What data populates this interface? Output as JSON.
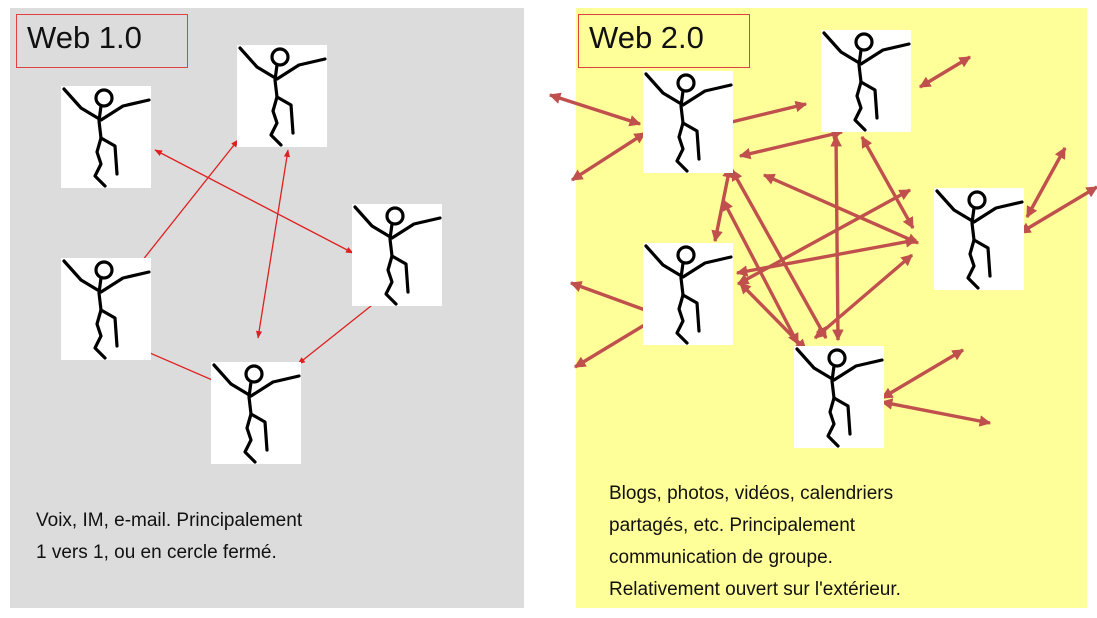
{
  "left": {
    "title": "Web 1.0",
    "caption_lines": [
      "Voix, IM, e-mail. Principalement",
      "1 vers 1, ou en cercle fermé."
    ]
  },
  "right": {
    "title": "Web 2.0",
    "caption_lines": [
      "Blogs, photos, vidéos, calendriers",
      "partagés, etc. Principalement",
      "communication de groupe.",
      "Relativement ouvert sur l'extérieur."
    ]
  },
  "colors": {
    "left_background": "#dcdcdc",
    "right_background": "#ffff99",
    "web1_arrow": "#e02020",
    "web2_arrow": "#c0504d",
    "title_border": "#e04040"
  },
  "icons": [
    "stick-figure-icon"
  ]
}
